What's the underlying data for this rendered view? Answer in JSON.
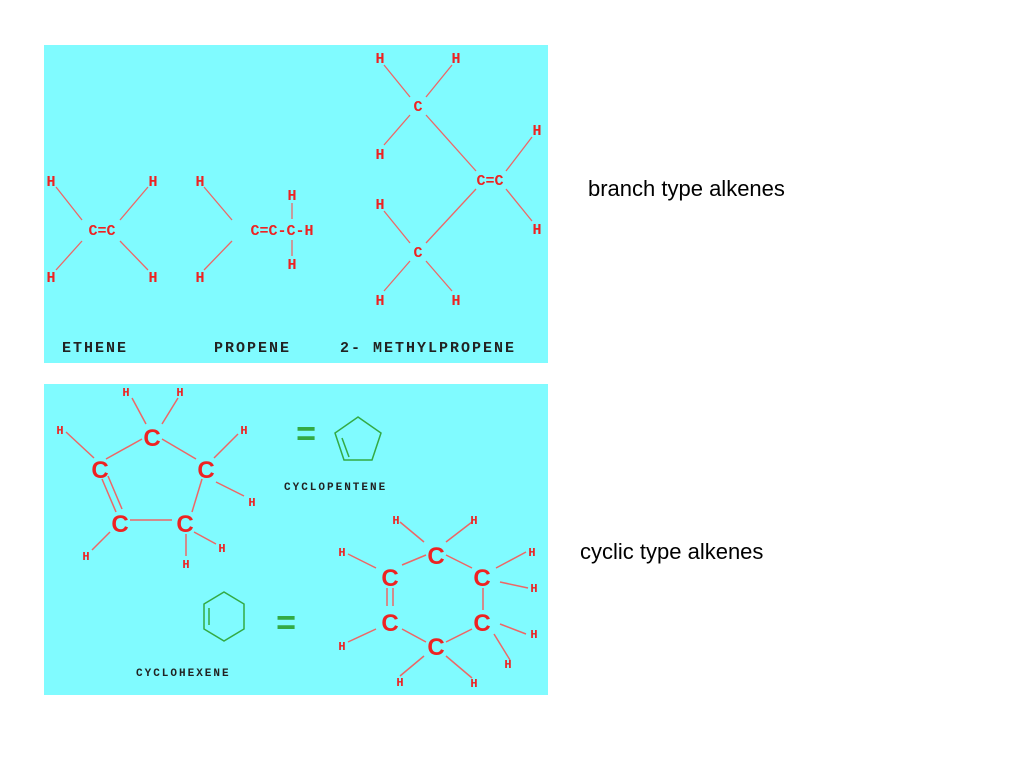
{
  "branch_panel": {
    "names": {
      "ethene": "ETHENE",
      "propene": "PROPENE",
      "methylpropene": "2- METHYLPROPENE"
    },
    "atom_h": "H",
    "atom_c": "C",
    "bond_c_eq_c": "C=C",
    "propene_chain": "C=C-C-H"
  },
  "cyclic_panel": {
    "names": {
      "cyclopentene": "CYCLOPENTENE",
      "cyclohexene": "CYCLOHEXENE"
    },
    "atom_h": "H",
    "atom_c": "C",
    "equals": "="
  },
  "captions": {
    "branch": "branch type alkenes",
    "cyclic": "cyclic type alkenes"
  },
  "colors": {
    "panel_bg": "#80fbff",
    "atom_red": "#ee2222",
    "bond_red": "#ee6666",
    "ring_green": "#33aa44",
    "label_dark": "#222222"
  }
}
